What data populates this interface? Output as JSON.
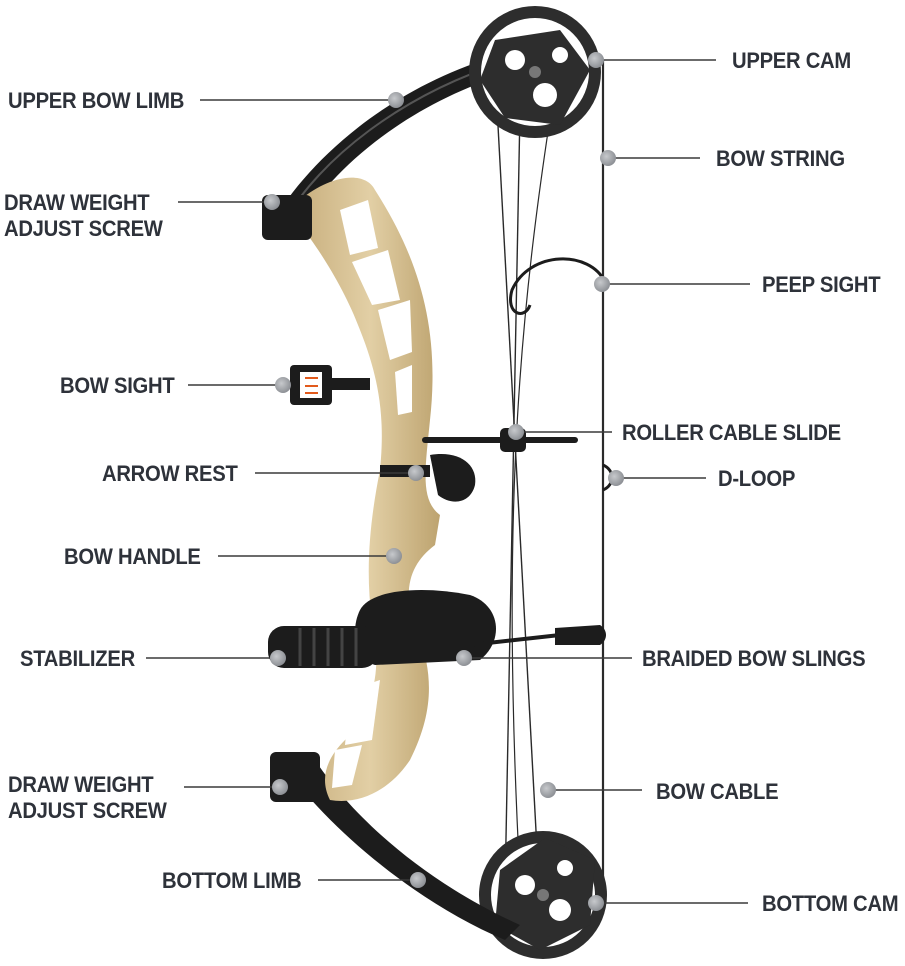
{
  "colors": {
    "text": "#2e323a",
    "leader_line": "#3a3a3a",
    "dot": "#9ea1a6",
    "riser": "#d7c39a",
    "riser_shadow": "#bfa77a",
    "black_parts": "#1e1e1e",
    "cam": "#2b2b2b"
  },
  "labels": {
    "upper_cam": "UPPER CAM",
    "upper_bow_limb": "UPPER BOW LIMB",
    "bow_string": "BOW STRING",
    "draw_weight_top_l1": "DRAW WEIGHT",
    "draw_weight_top_l2": "ADJUST SCREW",
    "peep_sight": "PEEP SIGHT",
    "bow_sight": "BOW SIGHT",
    "roller_cable_slide": "ROLLER CABLE SLIDE",
    "arrow_rest": "ARROW REST",
    "d_loop": "D-LOOP",
    "bow_handle": "BOW HANDLE",
    "stabilizer": "STABILIZER",
    "braided_bow_slings": "BRAIDED BOW SLINGS",
    "draw_weight_bottom_l1": "DRAW WEIGHT",
    "draw_weight_bottom_l2": "ADJUST SCREW",
    "bow_cable": "BOW CABLE",
    "bottom_limb": "BOTTOM LIMB",
    "bottom_cam": "BOTTOM CAM"
  },
  "icons": {
    "bow": "compound-bow-illustration",
    "callout_dot": "callout-dot-icon"
  }
}
